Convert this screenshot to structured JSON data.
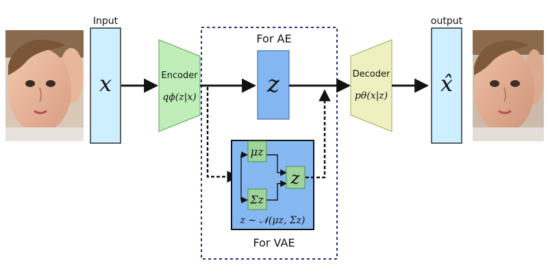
{
  "labels": {
    "input": "Input",
    "output": "output",
    "for_ae": "For AE",
    "for_vae": "For VAE"
  },
  "encoder": {
    "title": "Encoder",
    "formula": "qϕ(z|x)"
  },
  "decoder": {
    "title": "Decoder",
    "formula": "pθ(x|z)"
  },
  "symbols": {
    "x": "x",
    "z": "z",
    "x_hat": "x̂",
    "mu": "μz",
    "sigma": "Σz",
    "z_sample": "z",
    "sampling": "z ∼ 𝒩(μz, Σz)"
  },
  "colors": {
    "io_box": "#cdefff",
    "encoder": "#bfeeb9",
    "decoder": "#eef1bf",
    "z_box": "#84b7f2",
    "vae_panel": "#86b8f2",
    "vae_inner": "#9fd49b",
    "dashed_border": "#1e2a8a"
  }
}
